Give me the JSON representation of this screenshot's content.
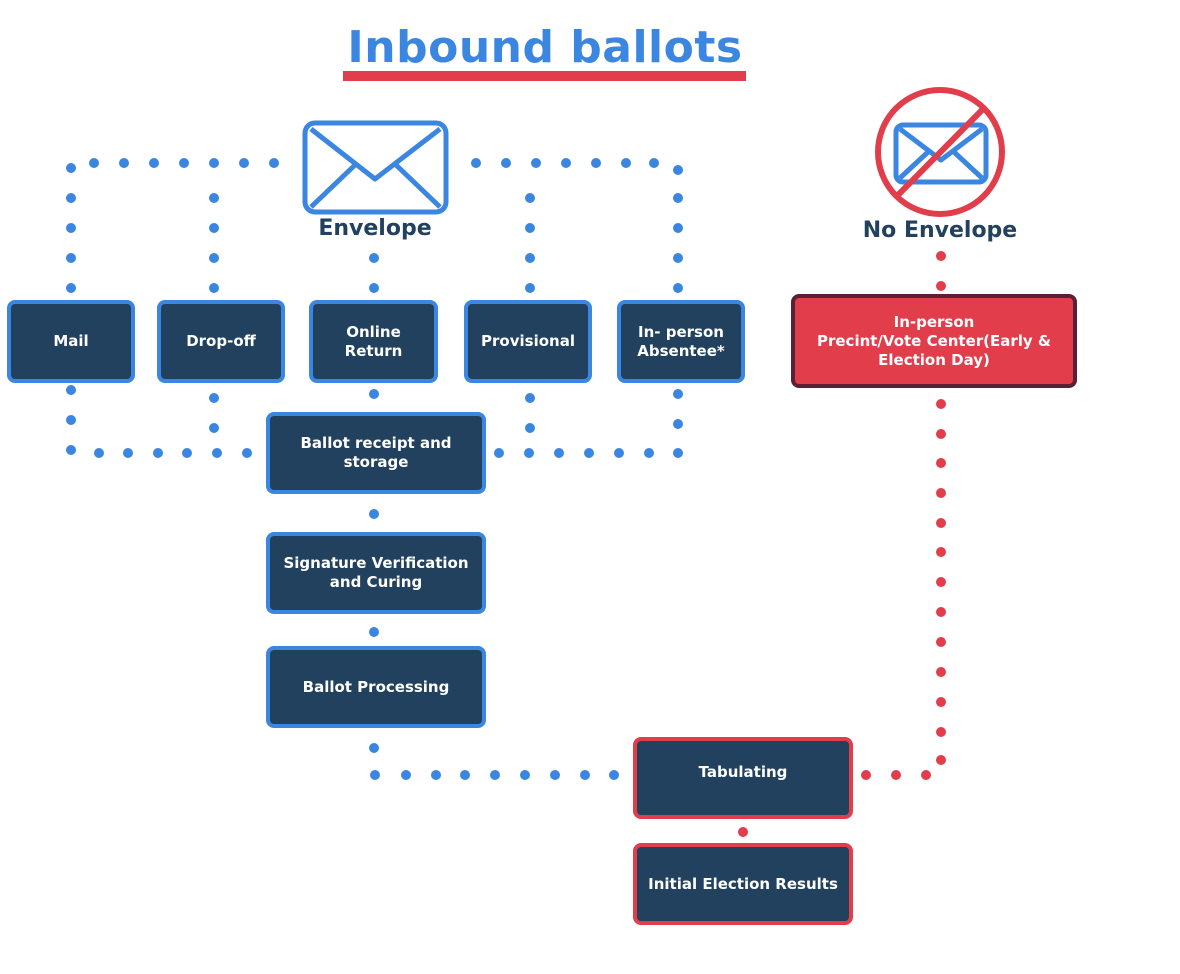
{
  "title": "Inbound ballots",
  "colors": {
    "blue": "#3b86e0",
    "red": "#e23d4b",
    "navy": "#22415f",
    "maroon": "#5a2036"
  },
  "icons": {
    "envelope": "envelope-icon",
    "no_envelope": "no-envelope-icon"
  },
  "labels": {
    "envelope": "Envelope",
    "no_envelope": "No Envelope"
  },
  "nodes": {
    "mail": "Mail",
    "dropoff": "Drop-off",
    "online_return": "Online\nReturn",
    "provisional": "Provisional",
    "in_person_absentee": "In- person\nAbsentee*",
    "in_person_precinct": "In-person\nPrecint/Vote Center(Early &\nElection Day)",
    "ballot_receipt": "Ballot receipt and\nstorage",
    "signature_verification": "Signature Verification\nand Curing",
    "ballot_processing": "Ballot Processing",
    "tabulating": "Tabulating",
    "initial_results": "Initial Election Results"
  }
}
